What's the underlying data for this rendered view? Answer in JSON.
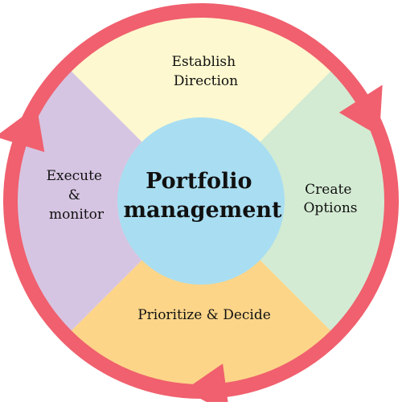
{
  "center": {
    "lines": [
      "Portfolio",
      "management"
    ],
    "color": "#a9def2"
  },
  "segments": [
    {
      "key": "top",
      "lines": [
        "Establish",
        "Direction"
      ],
      "color": "#fdf8cf"
    },
    {
      "key": "right",
      "lines": [
        "Create",
        "Options"
      ],
      "color": "#d3ebd3"
    },
    {
      "key": "bottom",
      "lines": [
        "Prioritize & Decide"
      ],
      "color": "#fcd589"
    },
    {
      "key": "left",
      "lines": [
        "Execute",
        "&",
        "monitor"
      ],
      "color": "#d6c5e2"
    }
  ],
  "ring": {
    "color": "#f0606e",
    "direction": "clockwise",
    "arrow_count": 3
  },
  "background": "#ffffff"
}
